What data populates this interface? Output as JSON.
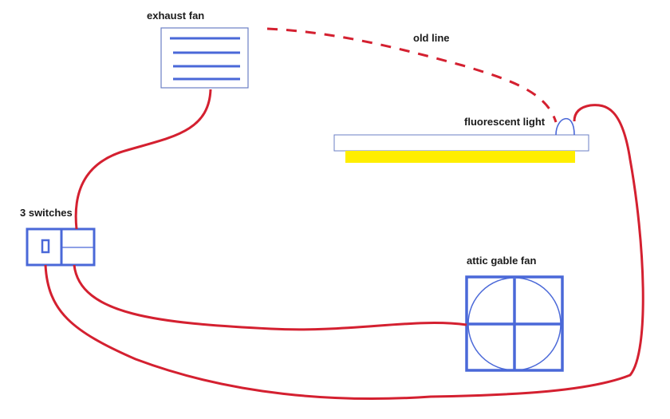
{
  "labels": {
    "exhaust_fan": "exhaust fan",
    "old_line": "old line",
    "fluorescent_light": "fluorescent light",
    "switches": "3 switches",
    "attic_gable_fan": "attic gable fan"
  },
  "colors": {
    "wire": "#d42030",
    "device": "#4a68d8",
    "outline": "#6b7fc4",
    "light_tube": "#ffee00"
  }
}
